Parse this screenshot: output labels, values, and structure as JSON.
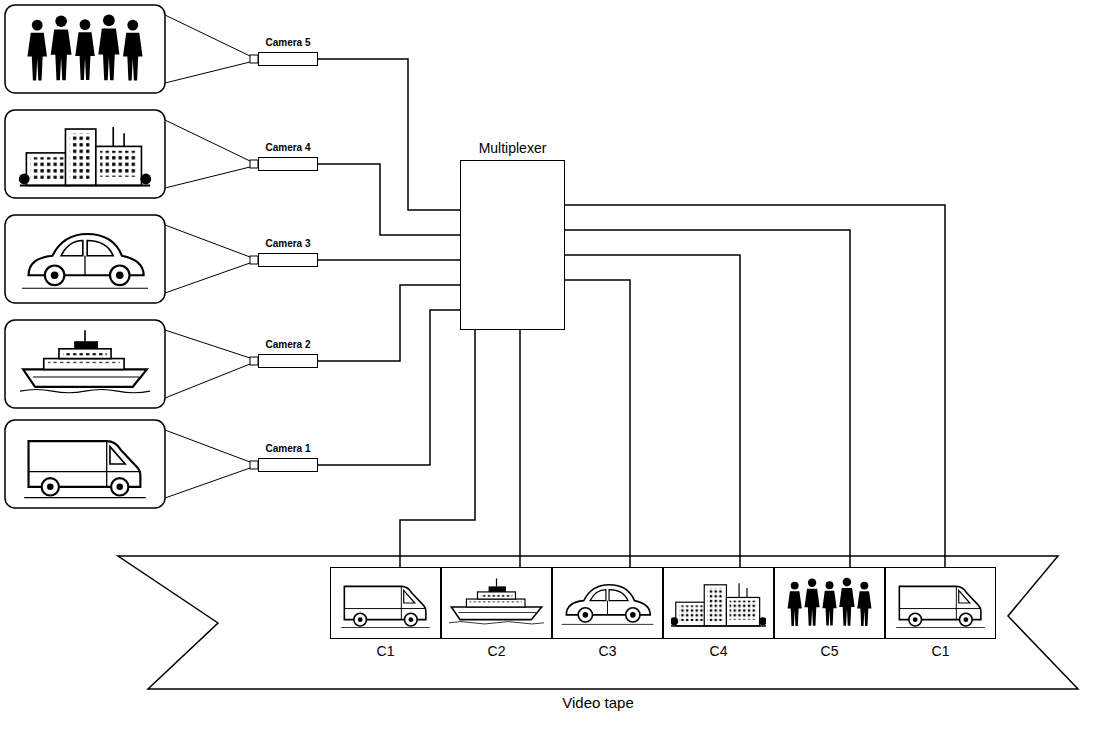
{
  "diagram": {
    "nodes": [
      {
        "text": [
          "Camera 5"
        ]
      },
      {
        "text": [
          "Camera 4"
        ]
      },
      {
        "text": [
          "Camera 3"
        ]
      },
      {
        "text": [
          "Camera 2"
        ]
      },
      {
        "text": [
          "Camera 1"
        ]
      },
      {
        "text": [
          "Multiplexer"
        ]
      },
      {
        "text": [
          "Video tape"
        ]
      },
      {
        "text": [
          "C1"
        ],
        "in": 6
      },
      {
        "text": [
          "C2"
        ],
        "in": 6
      },
      {
        "text": [
          "C3"
        ],
        "in": 6
      },
      {
        "text": [
          "C4"
        ],
        "in": 6
      },
      {
        "text": [
          "C5"
        ],
        "in": 6
      },
      {
        "text": [
          "C1"
        ],
        "in": 6
      }
    ],
    "edges": [
      {
        "from": 0,
        "to": 5,
        "arrow": "none"
      },
      {
        "from": 1,
        "to": 5,
        "arrow": "none"
      },
      {
        "from": 2,
        "to": 5,
        "arrow": "none"
      },
      {
        "from": 3,
        "to": 5,
        "arrow": "none"
      },
      {
        "from": 4,
        "to": 5,
        "arrow": "none"
      },
      {
        "from": 5,
        "to": 7,
        "arrow": "none"
      },
      {
        "from": 5,
        "to": 8,
        "arrow": "none"
      },
      {
        "from": 5,
        "to": 9,
        "arrow": "none"
      },
      {
        "from": 5,
        "to": 10,
        "arrow": "none"
      },
      {
        "from": 5,
        "to": 11,
        "arrow": "none"
      },
      {
        "from": 5,
        "to": 12,
        "arrow": "none"
      }
    ]
  }
}
